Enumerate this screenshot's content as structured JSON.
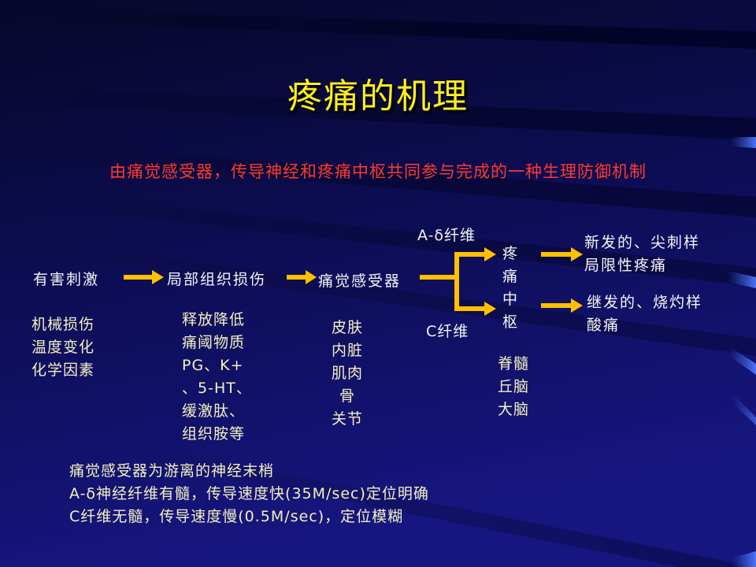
{
  "title": "疼痛的机理",
  "subtitle": "由痛觉感受器，传导神经和疼痛中枢共同参与完成的一种生理防御机制",
  "flow": {
    "stimulus": "有害刺激",
    "local_damage": "局部组织损伤",
    "receptor": "痛觉感受器",
    "a_delta_fiber": "A-δ纤维",
    "c_fiber": "C纤维",
    "center": "疼\n痛\n中\n枢",
    "fast_pain": "新发的、尖刺样\n局限性疼痛",
    "slow_pain": "继发的、烧灼样\n酸痛"
  },
  "details": {
    "stimulus_types": "机械损伤\n温度变化\n化学因素",
    "mediators": "释放降低\n痛阈物质\nPG、K+\n、5-HT、\n缓激肽、\n组织胺等",
    "receptor_sites": "皮肤\n内脏\n肌肉\n骨\n关节",
    "center_sites": "脊髓\n丘脑\n大脑"
  },
  "notes": [
    "痛觉感受器为游离的神经末梢",
    "A-δ神经纤维有髓，传导速度快(35M/sec)定位明确",
    "C纤维无髓，传导速度慢(0.5M/sec)，定位模糊"
  ],
  "colors": {
    "background_top": "#0a0a2e",
    "background_bottom": "#141470",
    "title": "#ffef1a",
    "subtitle": "#ff3a2a",
    "arrow": "#ffc000",
    "flow_text": "#f5f5f5",
    "detail_text": "#f5f0c0"
  }
}
